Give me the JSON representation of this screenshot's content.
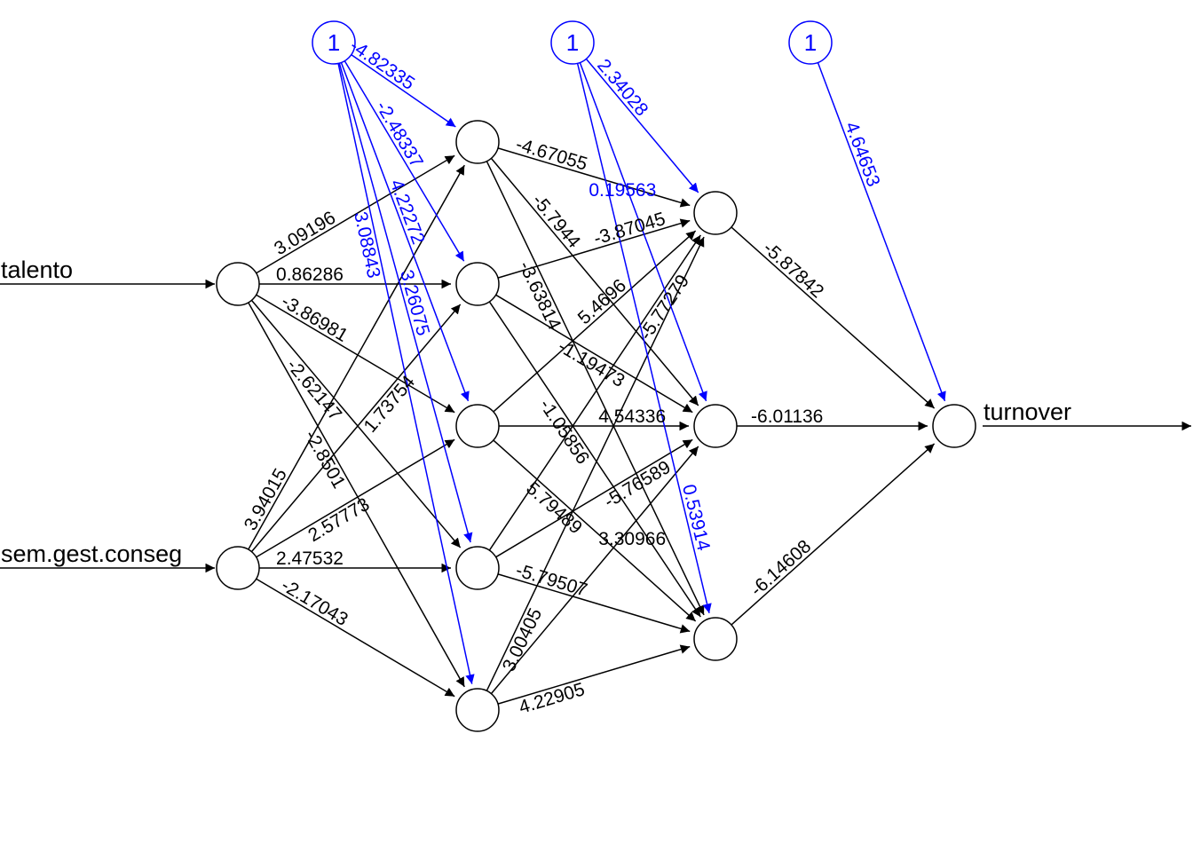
{
  "colors": {
    "weight": "#000000",
    "bias": "#0000ff"
  },
  "inputs": [
    {
      "id": "i1",
      "label": "talento"
    },
    {
      "id": "i2",
      "label": "sem.gest.conseg"
    }
  ],
  "outputs": [
    {
      "id": "o1",
      "label": "turnover"
    }
  ],
  "bias_nodes": [
    {
      "id": "b1",
      "label": "1"
    },
    {
      "id": "b2",
      "label": "1"
    },
    {
      "id": "b3",
      "label": "1"
    }
  ],
  "edges": [
    {
      "from": "i1",
      "to": "h1_1",
      "weight": "3.09196"
    },
    {
      "from": "i1",
      "to": "h1_2",
      "weight": "0.86286"
    },
    {
      "from": "i1",
      "to": "h1_3",
      "weight": "-3.86981"
    },
    {
      "from": "i1",
      "to": "h1_4",
      "weight": "-2.62147"
    },
    {
      "from": "i1",
      "to": "h1_5",
      "weight": "-2.8501"
    },
    {
      "from": "i2",
      "to": "h1_1",
      "weight": "3.94015"
    },
    {
      "from": "i2",
      "to": "h1_2",
      "weight": "1.73754"
    },
    {
      "from": "i2",
      "to": "h1_3",
      "weight": "2.57773"
    },
    {
      "from": "i2",
      "to": "h1_4",
      "weight": "2.47532"
    },
    {
      "from": "i2",
      "to": "h1_5",
      "weight": "-2.17043"
    },
    {
      "from": "b1",
      "to": "h1_1",
      "weight": "-4.82335",
      "bias": true
    },
    {
      "from": "b1",
      "to": "h1_2",
      "weight": "-2.48337",
      "bias": true
    },
    {
      "from": "b1",
      "to": "h1_3",
      "weight": "4.22272",
      "bias": true
    },
    {
      "from": "b1",
      "to": "h1_4",
      "weight": "3.26075",
      "bias": true
    },
    {
      "from": "b1",
      "to": "h1_5",
      "weight": "3.08843",
      "bias": true
    },
    {
      "from": "h1_1",
      "to": "h2_1",
      "weight": "-4.67055"
    },
    {
      "from": "h1_1",
      "to": "h2_2",
      "weight": "-5.7944"
    },
    {
      "from": "h1_1",
      "to": "h2_3",
      "weight": "-3.63814"
    },
    {
      "from": "h1_2",
      "to": "h2_1",
      "weight": "-3.87045"
    },
    {
      "from": "h1_2",
      "to": "h2_2",
      "weight": "-1.19473"
    },
    {
      "from": "h1_2",
      "to": "h2_3",
      "weight": "-1.05856"
    },
    {
      "from": "h1_3",
      "to": "h2_1",
      "weight": "5.4696"
    },
    {
      "from": "h1_3",
      "to": "h2_2",
      "weight": "4.54336"
    },
    {
      "from": "h1_3",
      "to": "h2_3",
      "weight": "5.79489"
    },
    {
      "from": "h1_4",
      "to": "h2_1",
      "weight": "-5.77279"
    },
    {
      "from": "h1_4",
      "to": "h2_2",
      "weight": "-5.76589"
    },
    {
      "from": "h1_4",
      "to": "h2_3",
      "weight": "-5.79507"
    },
    {
      "from": "h1_5",
      "to": "h2_1",
      "weight": "3.00405"
    },
    {
      "from": "h1_5",
      "to": "h2_2",
      "weight": "3.30966"
    },
    {
      "from": "h1_5",
      "to": "h2_3",
      "weight": "4.22905"
    },
    {
      "from": "b2",
      "to": "h2_1",
      "weight": "2.34028",
      "bias": true
    },
    {
      "from": "b2",
      "to": "h2_2",
      "weight": "0.19563",
      "bias": true
    },
    {
      "from": "b2",
      "to": "h2_3",
      "weight": "0.53914",
      "bias": true
    },
    {
      "from": "h2_1",
      "to": "o1",
      "weight": "-5.87842"
    },
    {
      "from": "h2_2",
      "to": "o1",
      "weight": "-6.01136"
    },
    {
      "from": "h2_3",
      "to": "o1",
      "weight": "-6.14608"
    },
    {
      "from": "b3",
      "to": "o1",
      "weight": "4.64653",
      "bias": true
    }
  ]
}
